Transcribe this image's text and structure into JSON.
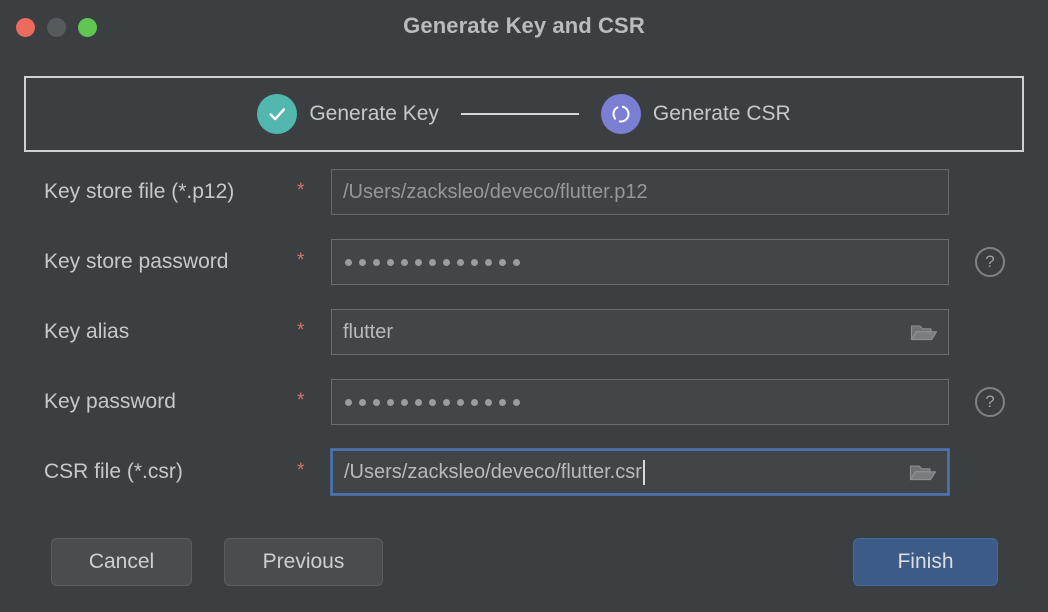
{
  "window": {
    "title": "Generate Key and CSR",
    "traffic_lights": [
      {
        "name": "close",
        "color": "#ec6a5e"
      },
      {
        "name": "minimize",
        "color": "#565a5c"
      },
      {
        "name": "maximize",
        "color": "#61c554"
      }
    ]
  },
  "wizard": {
    "steps": [
      {
        "label": "Generate Key",
        "state": "done",
        "icon": "check-icon",
        "color": "#52b7ae"
      },
      {
        "label": "Generate CSR",
        "state": "current",
        "icon": "spinner-icon",
        "color": "#7b7fd4"
      }
    ]
  },
  "form": {
    "fields": [
      {
        "label": "Key store file (*.p12)",
        "required_marker": "*",
        "value": "/Users/zacksleo/deveco/flutter.p12",
        "state": "disabled",
        "has_browse": false,
        "has_help": false,
        "type": "text"
      },
      {
        "label": "Key store password",
        "required_marker": "*",
        "value": "",
        "mask_length": 13,
        "state": "normal",
        "has_browse": false,
        "has_help": true,
        "type": "password"
      },
      {
        "label": "Key alias",
        "required_marker": "*",
        "value": "flutter",
        "state": "normal",
        "has_browse": true,
        "has_help": false,
        "type": "text"
      },
      {
        "label": "Key password",
        "required_marker": "*",
        "value": "",
        "mask_length": 13,
        "state": "normal",
        "has_browse": false,
        "has_help": true,
        "type": "password"
      },
      {
        "label": "CSR file (*.csr)",
        "required_marker": "*",
        "value": "/Users/zacksleo/deveco/flutter.csr",
        "state": "focused",
        "has_browse": true,
        "has_help": false,
        "type": "text"
      }
    ],
    "help_glyph": "?"
  },
  "footer": {
    "cancel_label": "Cancel",
    "previous_label": "Previous",
    "finish_label": "Finish",
    "primary_color": "#3c5c87"
  }
}
